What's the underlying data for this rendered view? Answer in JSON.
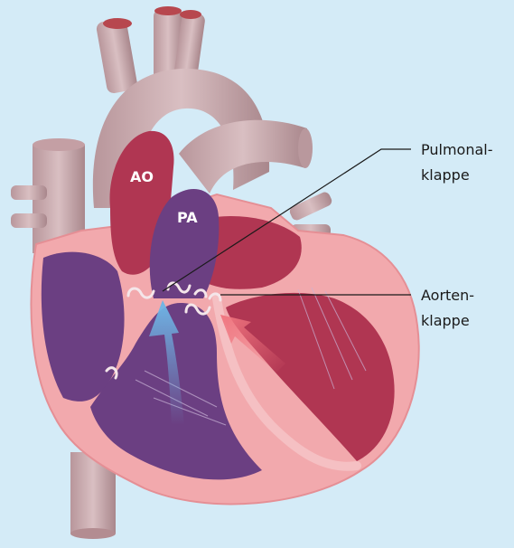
{
  "diagram": {
    "inner_labels": {
      "aorta": "AO",
      "pulmonary_artery": "PA"
    },
    "callouts": {
      "pulmonary_valve": {
        "line1": "Pulmonal-",
        "line2": "klappe"
      },
      "aortic_valve": {
        "line1": "Aorten-",
        "line2": "klappe"
      }
    },
    "colors": {
      "background": "#d4ebf7",
      "vessel": "#c9a9ad",
      "myocardium": "#f2a9ad",
      "left_chambers": "#b03652",
      "right_chambers": "#6b3f82",
      "blue_arrow": "#6eb6e6",
      "red_arrow": "#f0757f"
    }
  }
}
